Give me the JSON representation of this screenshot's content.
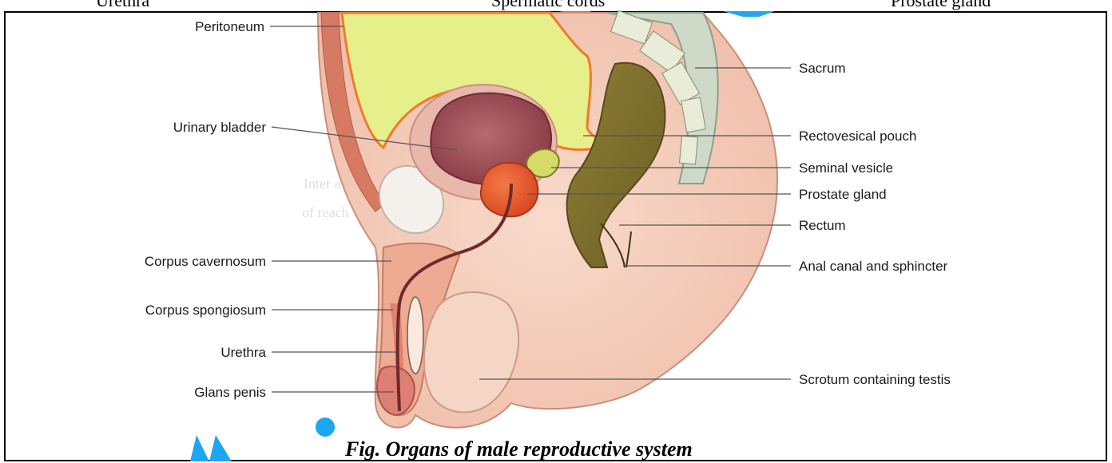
{
  "top_strip": {
    "left_text": "Urethra",
    "center_text": "Spermatic cords",
    "right_text": "Prostate gland"
  },
  "labels": {
    "peritoneum": "Peritoneum",
    "urinary_bladder": "Urinary bladder",
    "corpus_cavernosum": "Corpus cavernosum",
    "corpus_spongiosum": "Corpus spongiosum",
    "urethra": "Urethra",
    "glans_penis": "Glans penis",
    "sacrum": "Sacrum",
    "rectovesical_pouch": "Rectovesical pouch",
    "seminal_vesicle": "Seminal vesicle",
    "prostate_gland": "Prostate gland",
    "rectum": "Rectum",
    "anal_canal": "Anal canal and sphincter",
    "scrotum": "Scrotum containing testis"
  },
  "caption": "Fig. Organs of male reproductive system",
  "colors": {
    "peritoneal_cavity": "#e6ef8a",
    "peritoneum_line": "#f07a2a",
    "bladder": "#a0505a",
    "prostate": "#e8562e",
    "rectum": "#7d6e2c",
    "skin": "#f2c9b8",
    "watermark_accent": "#1ea7f0"
  }
}
